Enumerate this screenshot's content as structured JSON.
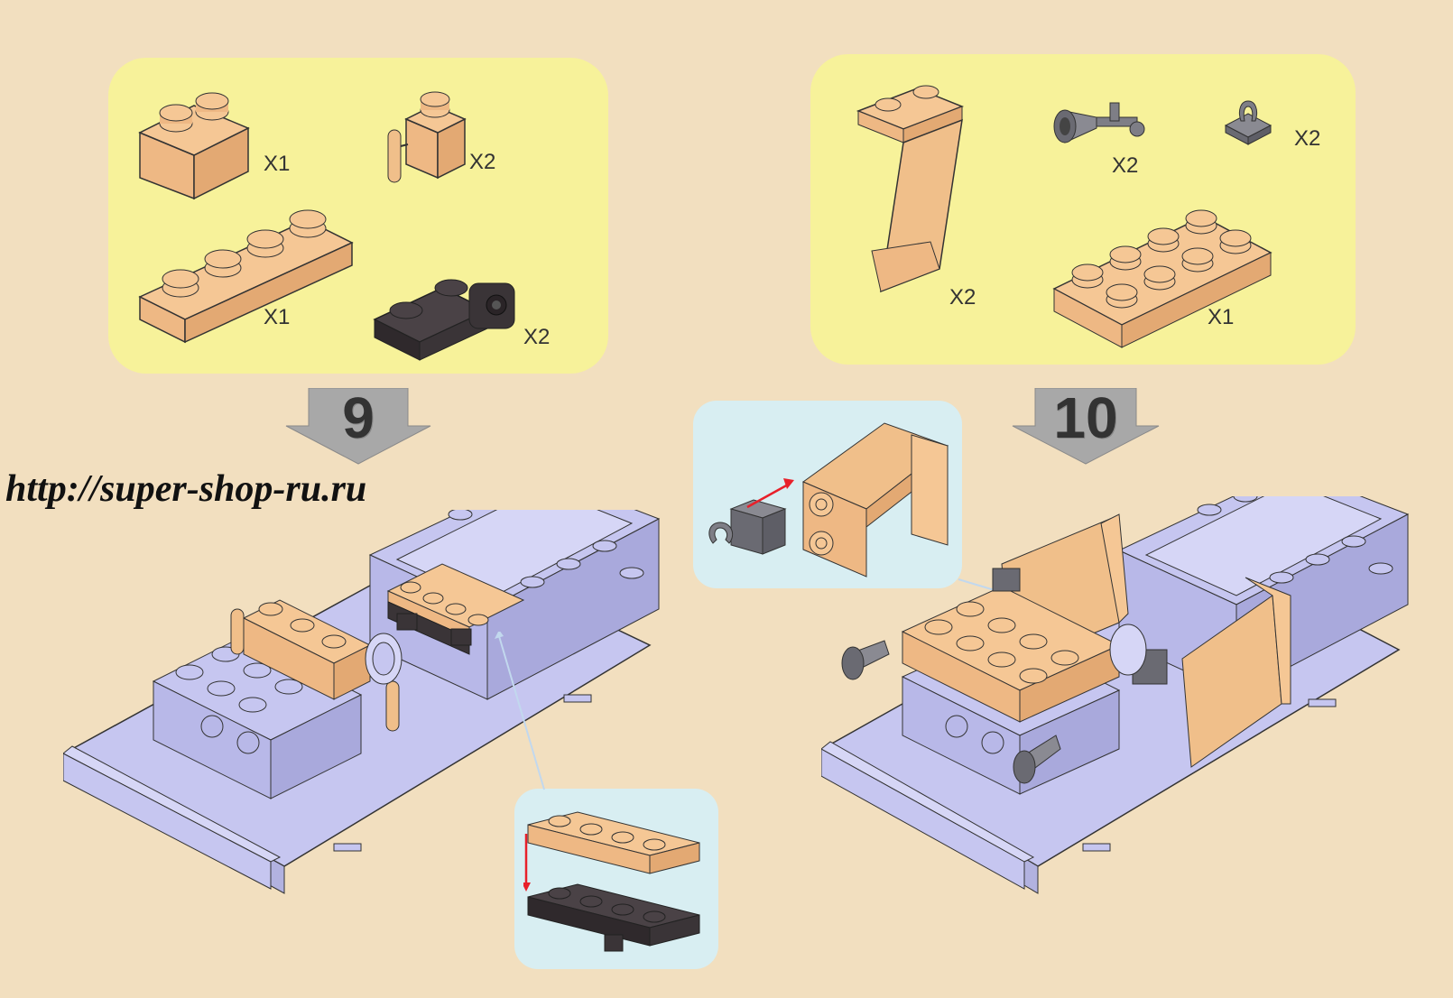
{
  "watermark": "http://super-shop-ru.ru",
  "step9": {
    "number": "9",
    "parts": [
      {
        "name": "tan-brick-1x2",
        "qty": "X1"
      },
      {
        "name": "tan-brick-1x1-with-handle",
        "qty": "X2"
      },
      {
        "name": "tan-plate-1x4",
        "qty": "X1"
      },
      {
        "name": "dark-plate-with-clip",
        "qty": "X2"
      }
    ]
  },
  "step10": {
    "number": "10",
    "parts": [
      {
        "name": "tan-panel",
        "qty": "X2"
      },
      {
        "name": "grey-horn",
        "qty": "X2"
      },
      {
        "name": "grey-clip-plate",
        "qty": "X2"
      },
      {
        "name": "tan-plate-2x4",
        "qty": "X1"
      }
    ]
  },
  "colors": {
    "background": "#f2dfbf",
    "parts_panel": "#f7f29a",
    "callout": "#d8eef2",
    "tan": "#f0bf8a",
    "lavender": "#c6c6f0",
    "dark": "#3a3437",
    "grey": "#7e7e86",
    "arrow_red": "#e8202a"
  }
}
